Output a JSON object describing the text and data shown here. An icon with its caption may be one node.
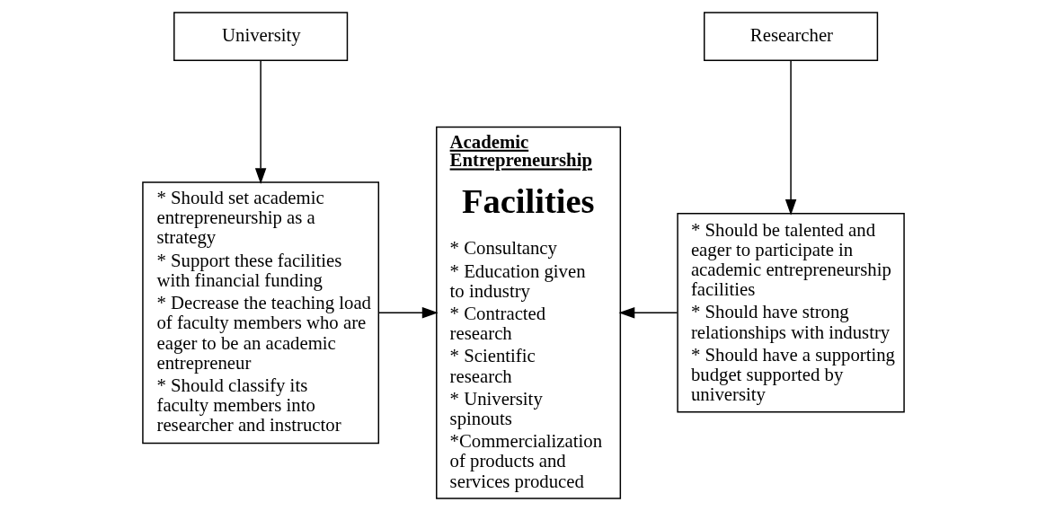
{
  "diagram": {
    "nodes": [
      {
        "text": [
          "University"
        ]
      },
      {
        "text": [
          "* Should set academic entrepreneurship as a strategy",
          "* Support these facilities with financial funding",
          "* Decrease the teaching load of faculty members who are eager to be an academic entrepreneur",
          "* Should classify its faculty members into researcher and instructor"
        ]
      },
      {
        "text": [
          "Academic Entrepreneurship",
          "Facilities",
          "* Consultancy",
          "* Education given to industry",
          "* Contracted research",
          "* Scientific research",
          "* University spinouts",
          "*Commercialization of products and services produced"
        ]
      },
      {
        "text": [
          "Researcher"
        ]
      },
      {
        "text": [
          "* Should be talented and eager to participate in academic entrepreneurship facilities",
          "* Should have strong relationships with industry",
          "* Should have a supporting budget supported by university"
        ]
      }
    ],
    "edges": [
      {
        "from": 0,
        "to": 1,
        "arrow": "to"
      },
      {
        "from": 3,
        "to": 4,
        "arrow": "to"
      },
      {
        "from": 1,
        "to": 2,
        "arrow": "to"
      },
      {
        "from": 4,
        "to": 2,
        "arrow": "to"
      }
    ]
  }
}
